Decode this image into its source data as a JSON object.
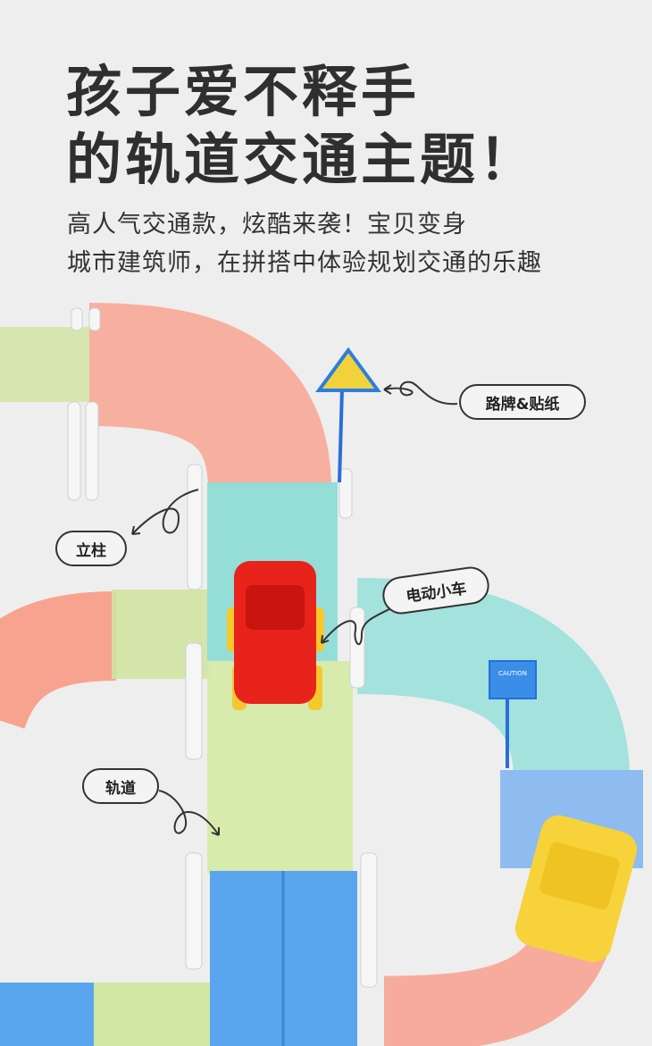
{
  "headline": {
    "line1": "孩子爱不释手",
    "line2": "的轨道交通主题！"
  },
  "subtitle": {
    "line1": "高人气交通款，炫酷来袭！宝贝变身",
    "line2": "城市建筑师，在拼搭中体验规划交通的乐趣"
  },
  "callouts": {
    "sign": "路牌&贴纸",
    "pillar": "立柱",
    "car": "电动小车",
    "track": "轨道"
  },
  "sign_text": "CAUTION",
  "colors": {
    "background": "#eeeeee",
    "text": "#2f2f2f",
    "pink": "#f7a394",
    "teal": "#8fdcd6",
    "green": "#cfe5a4",
    "blue": "#5aa5ee",
    "red_car": "#e8231c",
    "yellow_car": "#f7d23a"
  }
}
